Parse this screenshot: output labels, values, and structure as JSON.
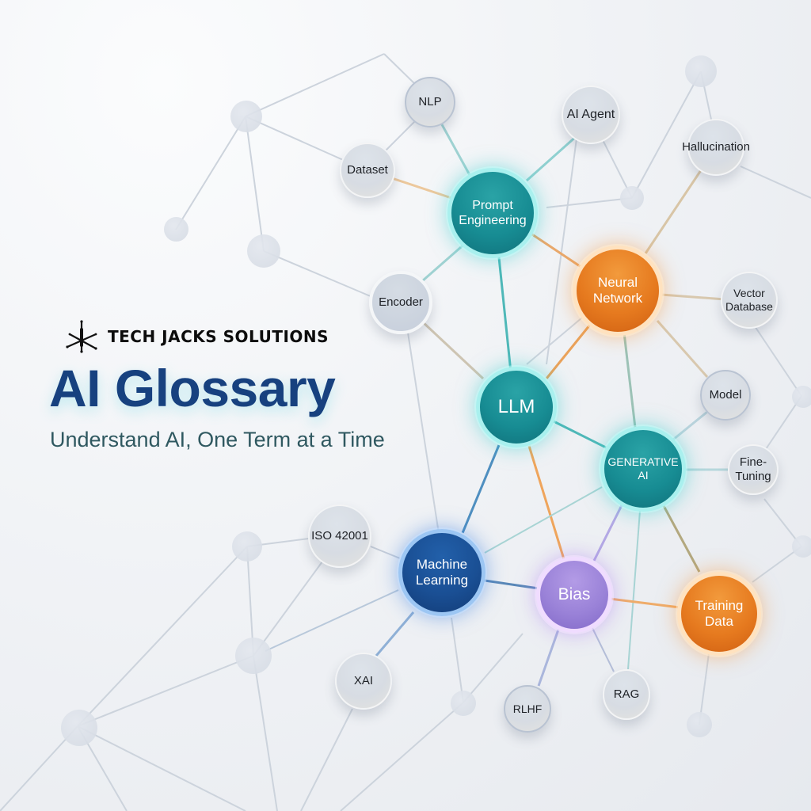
{
  "brand": {
    "name": "TECH JACKS SOLUTIONS",
    "logo_icon": "star-burst-logo-icon"
  },
  "header": {
    "title": "AI Glossary",
    "subtitle": "Understand AI, One Term at a Time"
  },
  "colors": {
    "title": "#17417f",
    "subtitle": "#2f5860",
    "teal": "#178c93",
    "orange": "#e67a1f",
    "blue": "#1a4f94",
    "purple": "#9a82d8",
    "minor_node": "#d7dce3",
    "edge_gray": "#c9d0da"
  },
  "nodes": {
    "prompt_engineering": {
      "label": "Prompt Engineering",
      "line1": "Prompt",
      "line2": "Engineering",
      "type": "teal"
    },
    "llm": {
      "label": "LLM",
      "type": "teal"
    },
    "generative_ai": {
      "label": "GENERATIVE AI",
      "line1": "GENERATIVE",
      "line2": "AI",
      "type": "teal"
    },
    "neural_network": {
      "label": "Neural Network",
      "line1": "Neural",
      "line2": "Network",
      "type": "orange"
    },
    "training_data": {
      "label": "Training Data",
      "line1": "Training",
      "line2": "Data",
      "type": "orange"
    },
    "machine_learning": {
      "label": "Machine Learning",
      "line1": "Machine",
      "line2": "Learning",
      "type": "blue"
    },
    "bias": {
      "label": "Bias",
      "type": "purple"
    },
    "nlp": {
      "label": "NLP"
    },
    "dataset": {
      "label": "Dataset"
    },
    "ai_agent": {
      "label": "AI Agent"
    },
    "hallucination": {
      "label": "Hallucination"
    },
    "encoder": {
      "label": "Encoder"
    },
    "vector_database": {
      "label": "Vector Database",
      "line1": "Vector",
      "line2": "Database"
    },
    "model": {
      "label": "Model"
    },
    "fine_tuning": {
      "label": "Fine-Tuning",
      "line1": "Fine-",
      "line2": "Tuning"
    },
    "iso_42001": {
      "label": "ISO 42001"
    },
    "xai": {
      "label": "XAI"
    },
    "rlhf": {
      "label": "RLHF"
    },
    "rag": {
      "label": "RAG"
    }
  },
  "edges": [
    [
      "NLP",
      "Prompt Engineering"
    ],
    [
      "NLP",
      "Dataset"
    ],
    [
      "Dataset",
      "Prompt Engineering"
    ],
    [
      "AI Agent",
      "Prompt Engineering"
    ],
    [
      "Prompt Engineering",
      "Encoder"
    ],
    [
      "Prompt Engineering",
      "LLM"
    ],
    [
      "Prompt Engineering",
      "Neural Network"
    ],
    [
      "Hallucination",
      "Neural Network"
    ],
    [
      "Neural Network",
      "Vector Database"
    ],
    [
      "Neural Network",
      "Model"
    ],
    [
      "Neural Network",
      "LLM"
    ],
    [
      "Neural Network",
      "GENERATIVE AI"
    ],
    [
      "Encoder",
      "LLM"
    ],
    [
      "LLM",
      "GENERATIVE AI"
    ],
    [
      "LLM",
      "Machine Learning"
    ],
    [
      "LLM",
      "Bias"
    ],
    [
      "GENERATIVE AI",
      "Model"
    ],
    [
      "GENERATIVE AI",
      "Fine-Tuning"
    ],
    [
      "GENERATIVE AI",
      "Bias"
    ],
    [
      "GENERATIVE AI",
      "Training Data"
    ],
    [
      "GENERATIVE AI",
      "RAG"
    ],
    [
      "GENERATIVE AI",
      "Machine Learning"
    ],
    [
      "Machine Learning",
      "Bias"
    ],
    [
      "Machine Learning",
      "ISO 42001"
    ],
    [
      "Machine Learning",
      "XAI"
    ],
    [
      "Bias",
      "Training Data"
    ],
    [
      "Bias",
      "RLHF"
    ],
    [
      "Bias",
      "RAG"
    ]
  ]
}
